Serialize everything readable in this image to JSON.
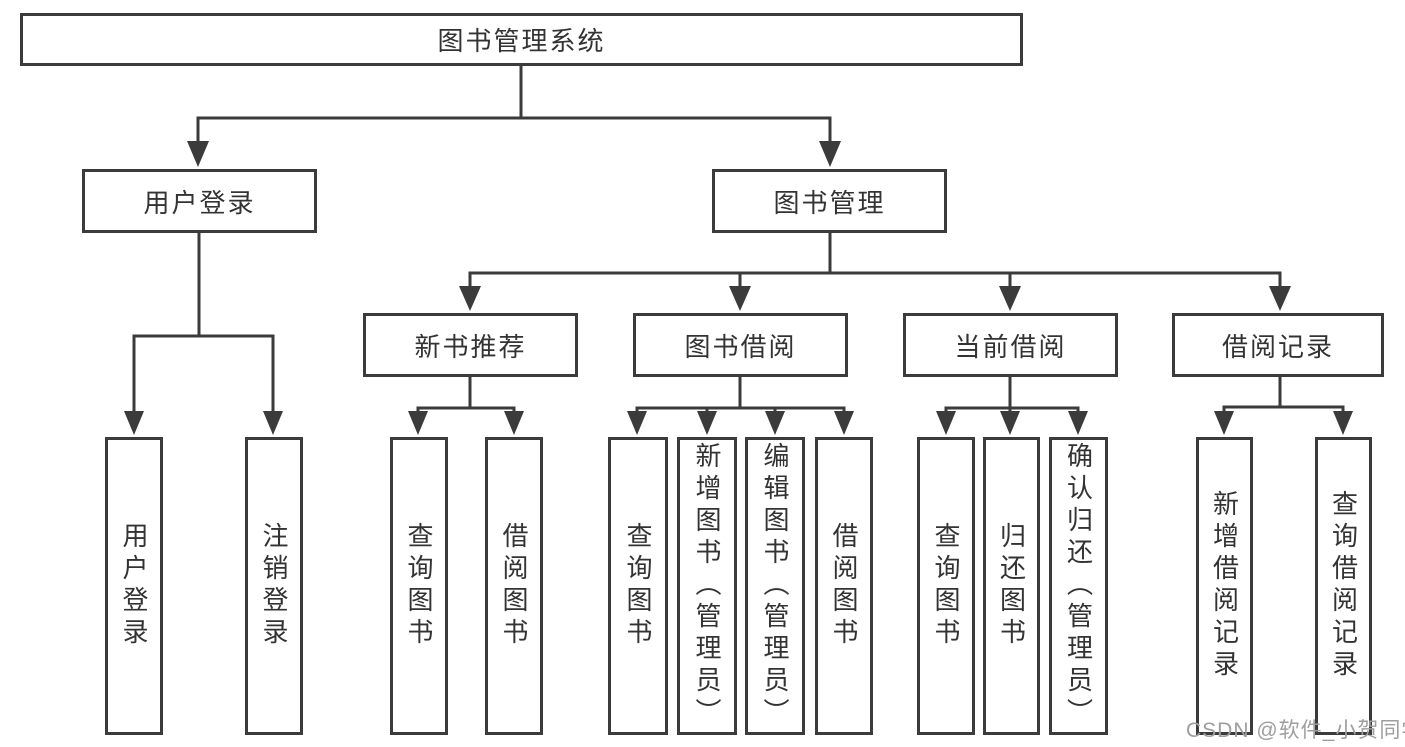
{
  "colors": {
    "line": "#3b3b3b",
    "box_border": "#3b3b3b",
    "text": "#333333",
    "background": "#ffffff",
    "watermark": "#9e9e9e"
  },
  "watermark": {
    "text": "CSDN @软件_小贺同学"
  },
  "tree": {
    "label": "图书管理系统",
    "children": [
      {
        "label": "用户登录",
        "children": [
          {
            "label": "用户登录"
          },
          {
            "label": "注销登录"
          }
        ]
      },
      {
        "label": "图书管理",
        "children": [
          {
            "label": "新书推荐",
            "children": [
              {
                "label": "查询图书"
              },
              {
                "label": "借阅图书"
              }
            ]
          },
          {
            "label": "图书借阅",
            "children": [
              {
                "label": "查询图书"
              },
              {
                "label": "新增图书（管理员）"
              },
              {
                "label": "编辑图书（管理员）"
              },
              {
                "label": "借阅图书"
              }
            ]
          },
          {
            "label": "当前借阅",
            "children": [
              {
                "label": "查询图书"
              },
              {
                "label": "归还图书"
              },
              {
                "label": "确认归还（管理员）"
              }
            ]
          },
          {
            "label": "借阅记录",
            "children": [
              {
                "label": "新增借阅记录"
              },
              {
                "label": "查询借阅记录"
              }
            ]
          }
        ]
      }
    ]
  }
}
